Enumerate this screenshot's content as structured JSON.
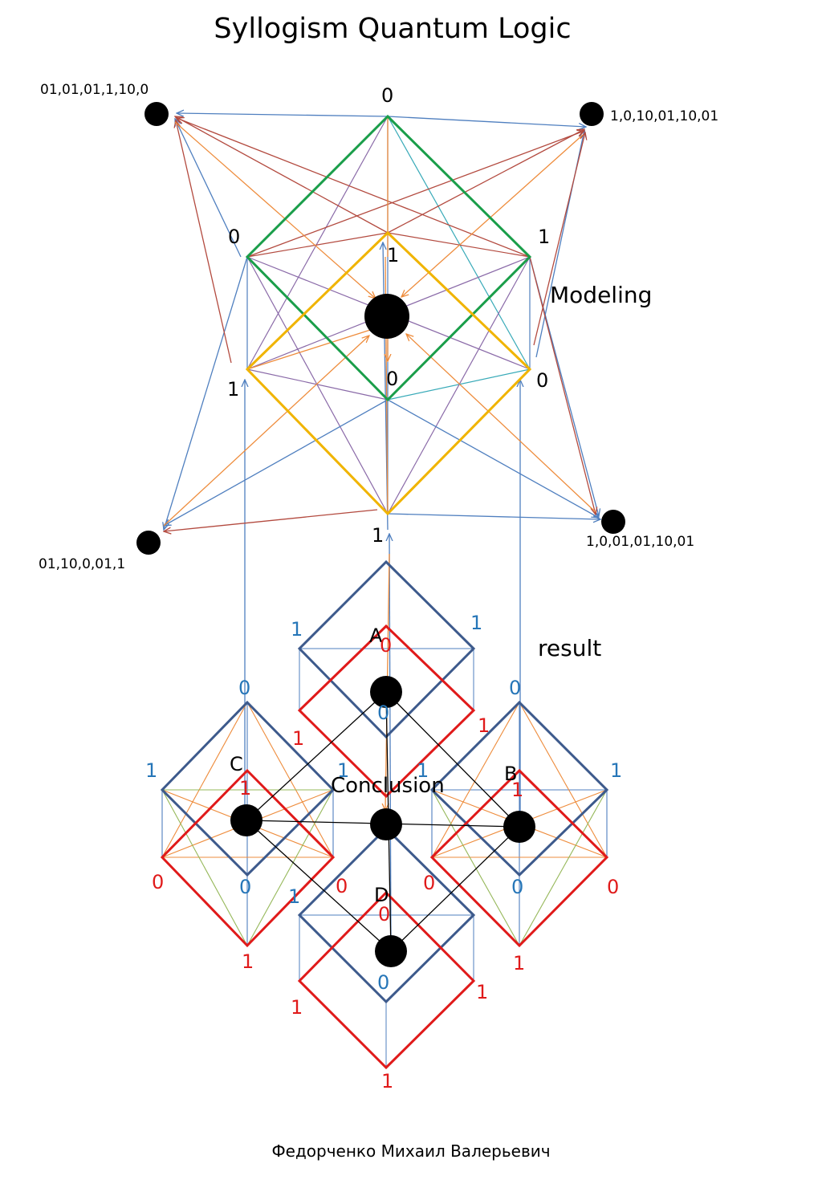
{
  "title": "Syllogism  Quantum Logic",
  "author": "Федорченко Михаил Валерьевич",
  "colors": {
    "green": "#1a9e4a",
    "yellow": "#f0b400",
    "blue": "#4f7fbf",
    "navy": "#3d5a8c",
    "red": "#e01a1a",
    "darkred": "#b34a3f",
    "orange": "#ee8c3c",
    "teal": "#38aab8",
    "purple": "#8a6aa8",
    "olive": "#96b85a",
    "labelBlue": "#2676b8",
    "labelRed": "#e01a1a"
  },
  "modeling": {
    "label": "Modeling",
    "corner_states": {
      "top_left": "01,01,01,1,10,0",
      "top_right": "1,0,10,01,10,01",
      "bottom_left": "01,10,0,01,1",
      "bottom_right": "1,0,01,01,10,01"
    },
    "vertex_values": {
      "top": "0",
      "green_left": "0",
      "green_right": "1",
      "inner_top": "1",
      "inner_bottom": "0",
      "yellow_left": "1",
      "yellow_right": "0",
      "bottom": "1"
    }
  },
  "result": {
    "label": "result",
    "conclusion_label": "Conclusion",
    "figures": {
      "A": {
        "name": "A",
        "blue_left": "1",
        "blue_right": "1",
        "red_top": "0",
        "red_center": "0",
        "red_left": "1",
        "red_right": "1"
      },
      "B": {
        "name": "B",
        "blue_top": "0",
        "blue_left": "1",
        "blue_right": "1",
        "blue_bottom": "0",
        "red_top": "1",
        "red_left": "0",
        "red_right": "0",
        "red_bottom": "1"
      },
      "C": {
        "name": "C",
        "blue_top": "0",
        "blue_left": "1",
        "blue_right": "1",
        "blue_bottom": "0",
        "red_top": "1",
        "red_left": "0",
        "red_right": "0",
        "red_bottom": "1"
      },
      "D": {
        "name": "D",
        "blue_left": "1",
        "red_top": "0",
        "blue_bottom": "0",
        "red_left": "1",
        "red_right": "1",
        "red_bottom": "1"
      }
    }
  }
}
